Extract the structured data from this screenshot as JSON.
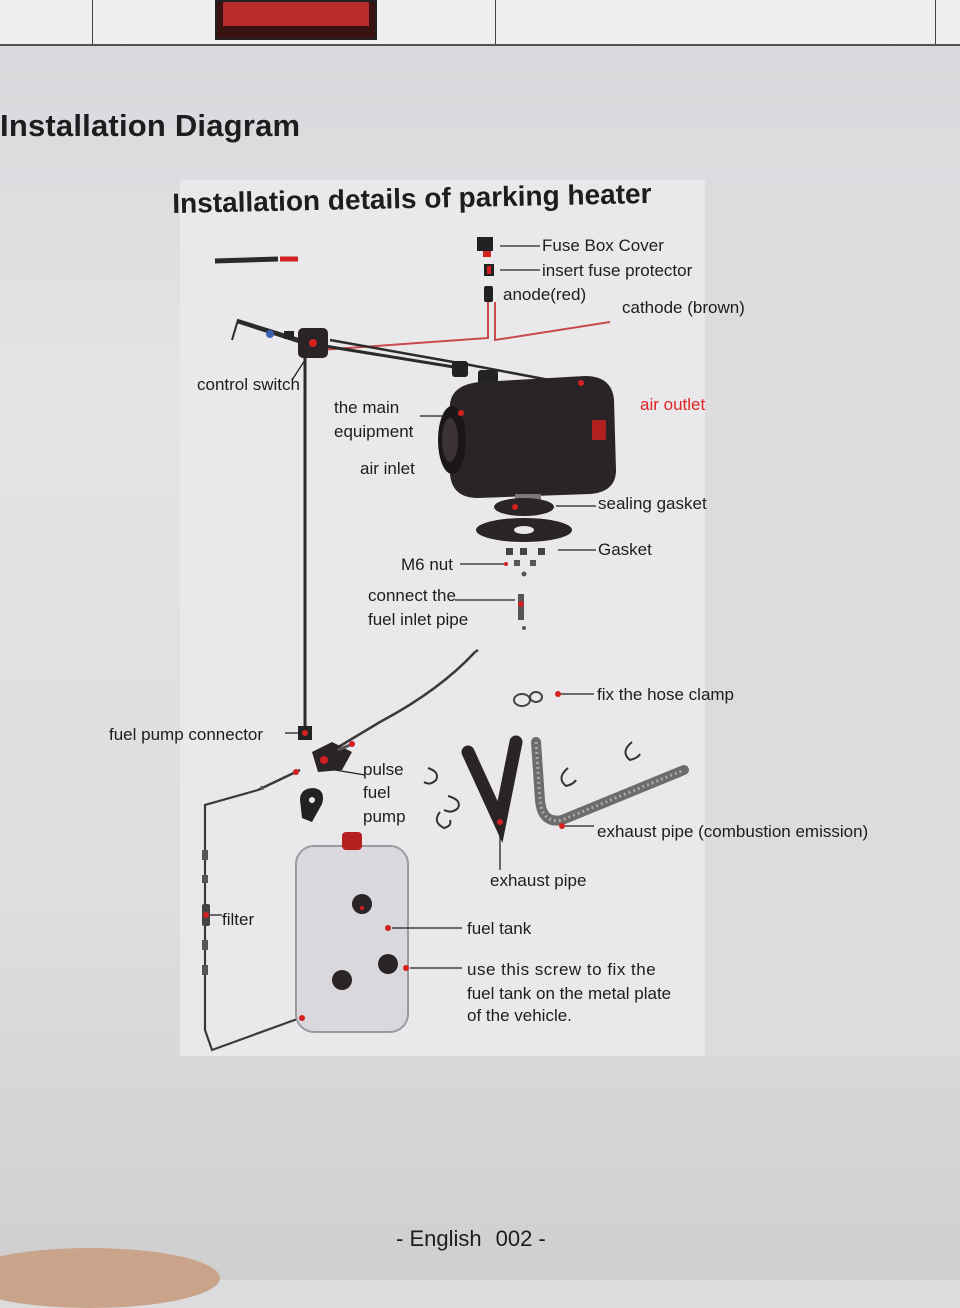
{
  "page": {
    "title": "Installation Diagram",
    "subtitle": "Installation details of parking heater",
    "footer_lang": "- English",
    "footer_page": "002 -"
  },
  "labels": {
    "fuse_box_cover": "Fuse Box Cover",
    "insert_fuse_protector": "insert fuse protector",
    "anode": "anode(red)",
    "cathode": "cathode (brown)",
    "control_switch": "control switch",
    "main_equipment_1": "the main",
    "main_equipment_2": "equipment",
    "air_outlet": "air outlet",
    "air_inlet": "air inlet",
    "sealing_gasket": "sealing gasket",
    "gasket": "Gasket",
    "m6_nut": "M6 nut",
    "connect_fuel_inlet_1": "connect the",
    "connect_fuel_inlet_2": "fuel inlet pipe",
    "fix_hose_clamp": "fix the hose clamp",
    "fuel_pump_connector": "fuel pump connector",
    "pulse": "pulse",
    "fuel": "fuel",
    "pump": "pump",
    "exhaust_pipe_combustion": "exhaust pipe (combustion emission)",
    "exhaust_pipe": "exhaust pipe",
    "filter": "filter",
    "fuel_tank": "fuel tank",
    "screw_note_1": "use this screw to fix the",
    "screw_note_2": "fuel tank on the metal plate",
    "screw_note_3": "of the vehicle."
  },
  "colors": {
    "accent_red": "#e02525",
    "heater_body": "#2a2427",
    "tank_body": "#d9d9dd",
    "wire_dark": "#2b2b2b"
  }
}
